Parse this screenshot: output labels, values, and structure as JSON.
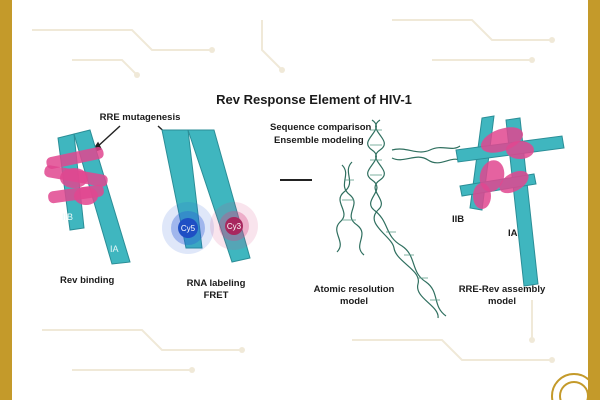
{
  "diagram": {
    "title": "Rev Response Element of HIV-1",
    "mutagenesis_label": "RRE mutagenesis",
    "panel1": {
      "caption": "Rev binding",
      "stem_left": "IIB",
      "stem_right": "IA"
    },
    "panel2": {
      "caption_line1": "RNA labeling",
      "caption_line2": "FRET",
      "dye1": "Cy5",
      "dye2": "Cy3"
    },
    "panel3": {
      "header_line1": "Sequence comparison",
      "header_line2": "Ensemble modeling",
      "caption_line1": "Atomic resolution",
      "caption_line2": "model"
    },
    "panel4": {
      "caption_line1": "RRE-Rev assembly",
      "caption_line2": "model",
      "stem_left": "IIB",
      "stem_right": "IA"
    }
  },
  "colors": {
    "border": "#c49a2a",
    "rna": "#3fb6bf",
    "rev": "#e0468f",
    "cy5": "#2a5bd7",
    "cy3": "#d64a86"
  }
}
